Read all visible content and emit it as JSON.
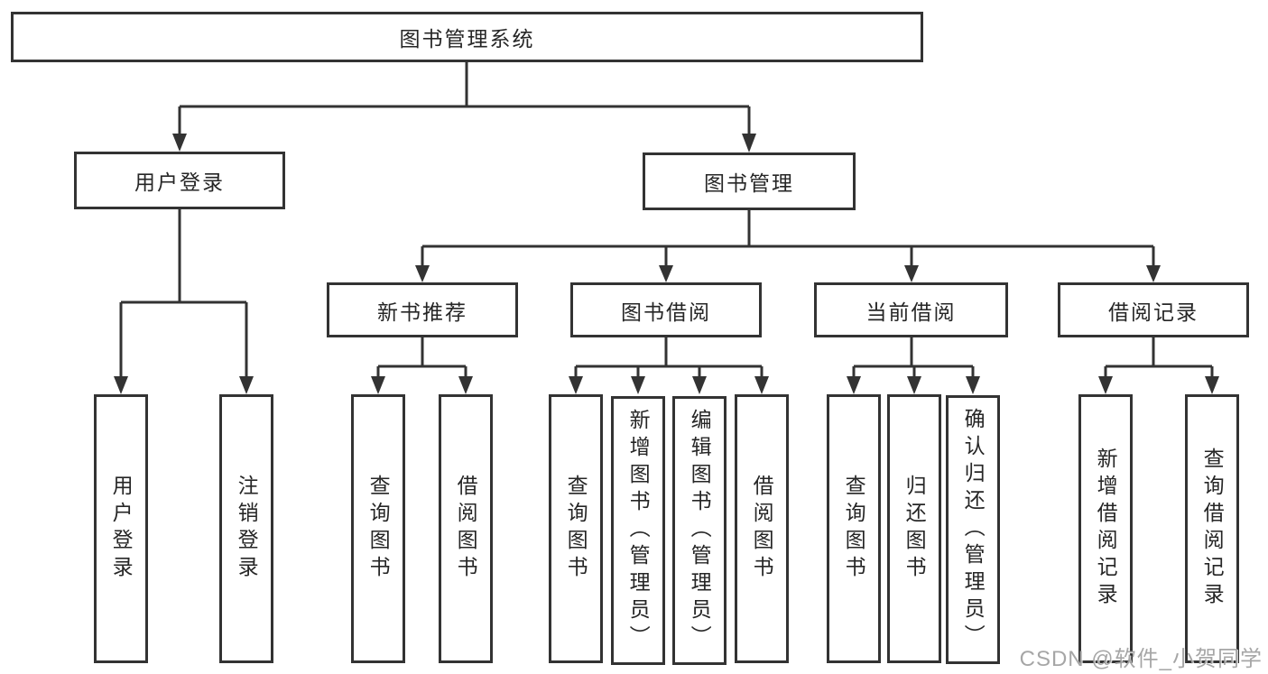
{
  "tree": {
    "label": "图书管理系统",
    "children": [
      {
        "label": "用户登录",
        "children": [
          {
            "label": "用户登录"
          },
          {
            "label": "注销登录"
          }
        ]
      },
      {
        "label": "图书管理",
        "children": [
          {
            "label": "新书推荐",
            "children": [
              {
                "label": "查询图书"
              },
              {
                "label": "借阅图书"
              }
            ]
          },
          {
            "label": "图书借阅",
            "children": [
              {
                "label": "查询图书"
              },
              {
                "label": "新增图书（管理员）"
              },
              {
                "label": "编辑图书（管理员）"
              },
              {
                "label": "借阅图书"
              }
            ]
          },
          {
            "label": "当前借阅",
            "children": [
              {
                "label": "查询图书"
              },
              {
                "label": "归还图书"
              },
              {
                "label": "确认归还（管理员）"
              }
            ]
          },
          {
            "label": "借阅记录",
            "children": [
              {
                "label": "新增借阅记录"
              },
              {
                "label": "查询借阅记录"
              }
            ]
          }
        ]
      }
    ]
  },
  "watermark": {
    "text": "CSDN @软件_小贺同学"
  },
  "colors": {
    "line": "#333333",
    "box_border": "#333333",
    "text": "#262626",
    "watermark": "#9e9e9e",
    "background": "#ffffff"
  }
}
